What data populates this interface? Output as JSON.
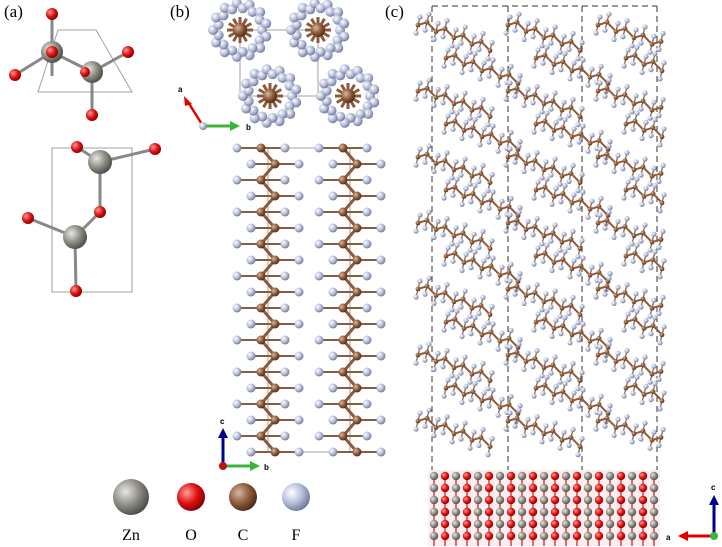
{
  "panels": {
    "a": {
      "label": "(a)"
    },
    "b": {
      "label": "(b)",
      "axes_top": {
        "x": "a",
        "y": "b"
      },
      "axes_bottom": {
        "x": "b",
        "y": "c"
      }
    },
    "c": {
      "label": "(c)",
      "axes": {
        "x": "a",
        "y": "c"
      }
    }
  },
  "legend": [
    {
      "symbol": "Zn",
      "color": "#8c8c84"
    },
    {
      "symbol": "O",
      "color": "#e01010"
    },
    {
      "symbol": "C",
      "color": "#8c5a3c"
    },
    {
      "symbol": "F",
      "color": "#b4bcd8"
    }
  ],
  "colors": {
    "zn": "#8c8c84",
    "o": "#e01010",
    "c": "#8c5a3c",
    "f": "#b4bcd8",
    "axis_red": "#e00000",
    "axis_green": "#3cb43c",
    "axis_blue": "#00008c"
  }
}
